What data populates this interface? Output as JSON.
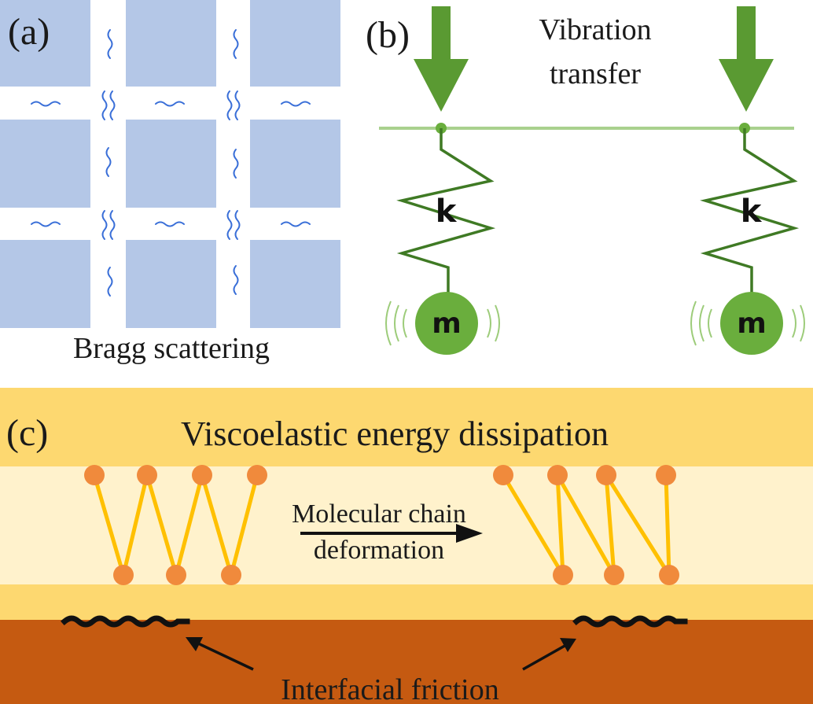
{
  "panel_a": {
    "label": "(a)",
    "caption": "Bragg scattering",
    "block_color": "#b4c7e7",
    "wave_color": "#3a6fd8"
  },
  "panel_b": {
    "label": "(b)",
    "title_line1": "Vibration",
    "title_line2": "transfer",
    "spring_label": "k",
    "mass_label": "m",
    "arrow_color": "#5a9a32",
    "beam_color": "#a9d18e",
    "spring_color": "#3f7a24",
    "mass_color": "#6aae3d"
  },
  "panel_c": {
    "label": "(c)",
    "title": "Viscoelastic energy dissipation",
    "middle_line1": "Molecular chain",
    "middle_line2": "deformation",
    "bottom_label": "Interfacial friction",
    "band_color": "#fdd870",
    "light_band_color": "#fff2cc",
    "substrate_color": "#c55a11",
    "chain_color": "#ffc000",
    "node_color": "#f08a3c"
  }
}
